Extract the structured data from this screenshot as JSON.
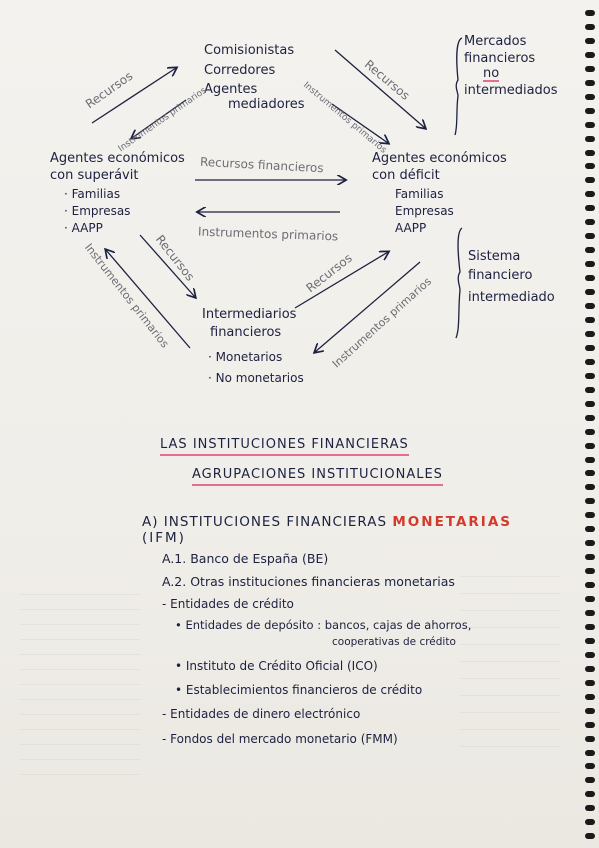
{
  "diagram": {
    "intermediaries_top": {
      "title": "Comisionistas",
      "items": [
        "Corredores",
        "Agentes",
        "mediadores"
      ]
    },
    "surplus": {
      "title": "Agentes económicos",
      "subtitle": "con superávit",
      "items": [
        "· Familias",
        "· Empresas",
        "· AAPP"
      ]
    },
    "deficit": {
      "title": "Agentes económicos",
      "subtitle": "con déficit",
      "items": [
        "Familias",
        "Empresas",
        "AAPP"
      ]
    },
    "intermediaries_bottom": {
      "title": "Intermediarios",
      "subtitle": "financieros",
      "items": [
        "· Monetarios",
        "· No monetarios"
      ]
    },
    "arrow_labels": {
      "recursos": "Recursos",
      "instrumentos_primarios": "Instrumentos primarios",
      "recursos_financieros": "Recursos financieros"
    },
    "markets_note": {
      "line1": "Mercados",
      "line2": "financieros",
      "line3": "no",
      "line4": "intermediados"
    },
    "system_note": {
      "line1": "Sistema",
      "line2": "financiero",
      "line3": "intermediado"
    }
  },
  "headings": {
    "h1": "LAS INSTITUCIONES FINANCIERAS",
    "h2": "AGRUPACIONES INSTITUCIONALES"
  },
  "section_a": {
    "prefix": "A) INSTITUCIONES FINANCIERAS",
    "highlight": "MONETARIAS",
    "abbrev": "(IFM)",
    "a1": "A.1. Banco de España (BE)",
    "a2": "A.2. Otras instituciones financieras monetarias",
    "items": [
      "- Entidades de crédito",
      "• Entidades de depósito : bancos, cajas de ahorros,",
      "cooperativas de crédito",
      "• Instituto de Crédito Oficial (ICO)",
      "• Establecimientos financieros de crédito",
      "- Entidades de dinero electrónico",
      "- Fondos del mercado monetario (FMM)"
    ]
  },
  "colors": {
    "ink": "#1d2140",
    "underline": "#e36f8c",
    "highlight": "#d23a2c",
    "pencil": "#6c6d74"
  }
}
